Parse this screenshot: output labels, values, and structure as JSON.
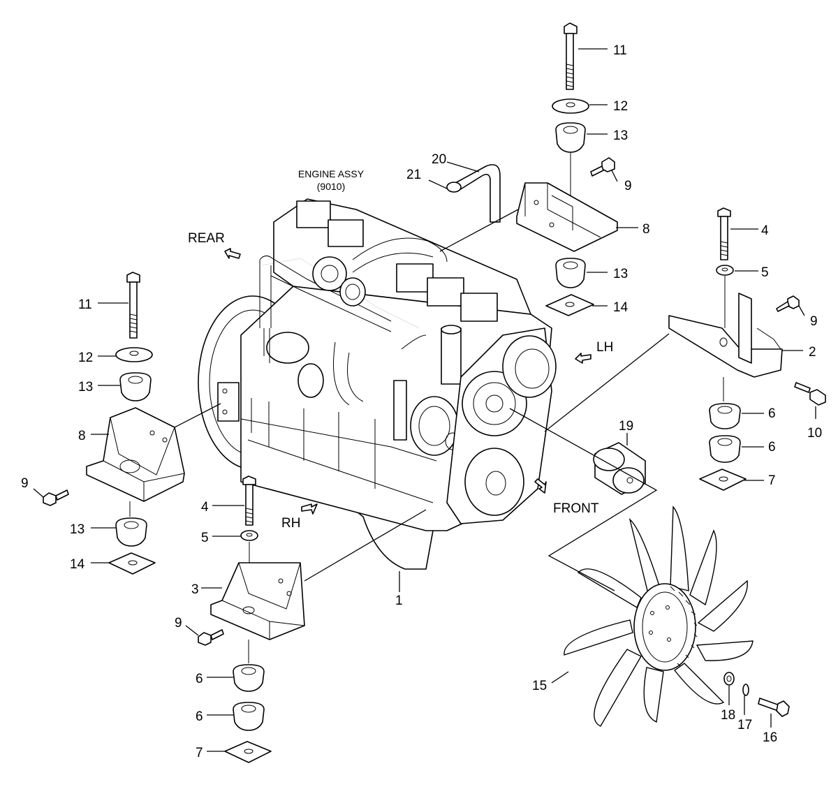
{
  "title": {
    "line1": "ENGINE ASSY",
    "line2": "(9010)"
  },
  "directions": {
    "rear": "REAR",
    "lh": "LH",
    "rh": "RH",
    "front": "FRONT"
  },
  "callouts": {
    "c11_top": "11",
    "c12_top": "12",
    "c13_top": "13",
    "c9_top": "9",
    "c8_right": "8",
    "c13_right": "13",
    "c14_right": "14",
    "c4_right": "4",
    "c5_right": "5",
    "c9_right": "9",
    "c2": "2",
    "c6_right_a": "6",
    "c10": "10",
    "c6_right_b": "6",
    "c7_right": "7",
    "c20": "20",
    "c21": "21",
    "c19": "19",
    "c11_left": "11",
    "c12_left": "12",
    "c13_left_a": "13",
    "c8_left": "8",
    "c9_left": "9",
    "c13_left_b": "13",
    "c14_left": "14",
    "c4_left": "4",
    "c5_left": "5",
    "c3": "3",
    "c9_bottom": "9",
    "c6_bottom_a": "6",
    "c6_bottom_b": "6",
    "c7_bottom": "7",
    "c1": "1",
    "c15": "15",
    "c18": "18",
    "c17": "17",
    "c16": "16"
  }
}
